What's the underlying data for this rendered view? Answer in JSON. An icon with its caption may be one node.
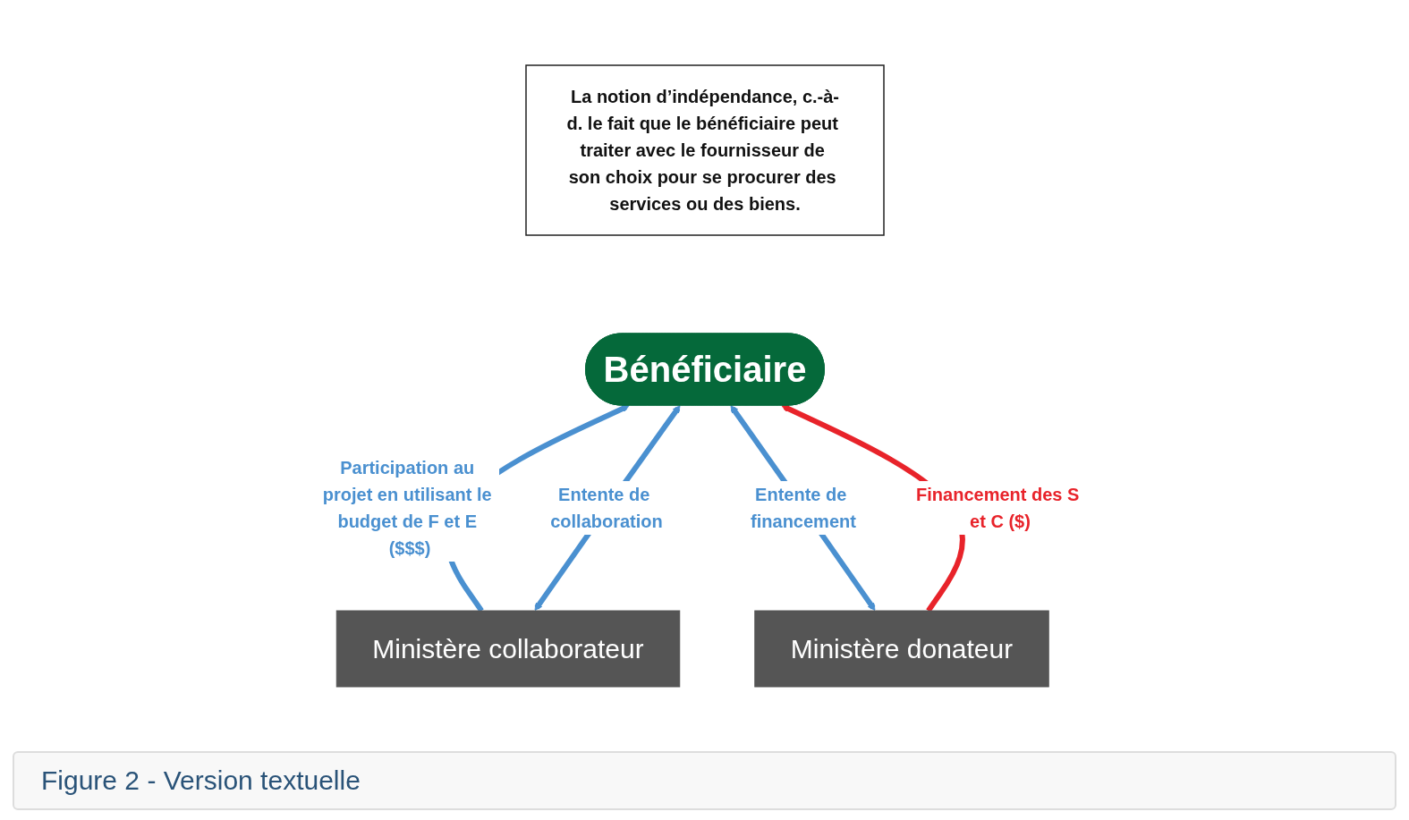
{
  "diagram": {
    "nodes": [
      {
        "text": [
          "La notion d’indépendance, c.-à-d. le fait que le bénéficiaire peut traiter avec le fournisseur de son choix pour se procurer des services ou des biens."
        ]
      },
      {
        "text": [
          "Bénéficiaire"
        ]
      },
      {
        "text": [
          "Ministère collaborateur"
        ]
      },
      {
        "text": [
          "Ministère donateur"
        ]
      }
    ],
    "edges": [
      {
        "from": 2,
        "to": 1,
        "arrow": "to",
        "label": "Participation au projet en utilisant le budget de F et E ($$$)"
      },
      {
        "from": 2,
        "to": 1,
        "arrow": "both",
        "label": "Entente de collaboration"
      },
      {
        "from": 3,
        "to": 1,
        "arrow": "both",
        "label": "Entente de financement"
      },
      {
        "from": 3,
        "to": 1,
        "arrow": "to",
        "label": "Financement des S et C ($)",
        "color": "#e8232a"
      }
    ],
    "labels": [
      "Figure 2 - Version textuelle"
    ]
  }
}
